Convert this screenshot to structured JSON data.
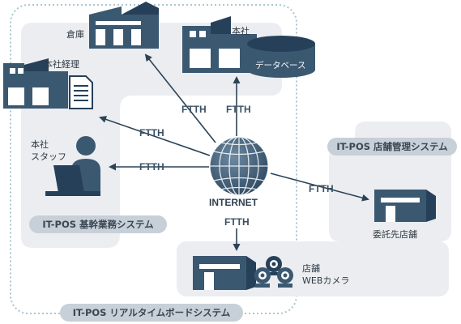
{
  "labels": {
    "warehouse": "倉庫",
    "headquarters": "本社",
    "database": "データベース",
    "hq_accounting": "本社経理",
    "hq_staff_line1": "本社",
    "hq_staff_line2": "スタッフ",
    "internet": "INTERNET",
    "consignee_store": "委託先店舗",
    "store_camera_line1": "店舗",
    "store_camera_line2": "WEBカメラ"
  },
  "connections": {
    "to_warehouse": "FTTH",
    "to_headquarters": "FTTH",
    "to_hq_accounting": "FTTH",
    "to_hq_staff": "FTTH",
    "to_consignee_store": "FTTH",
    "to_store_camera": "FTTH"
  },
  "systems": {
    "core_system": "IT-POS 基幹業務システム",
    "store_management": "IT-POS 店舗管理システム",
    "realtime_board": "IT-POS リアルタイムボードシステム"
  },
  "colors": {
    "building": "#3b5871",
    "building_dark": "#27405a",
    "panel": "#ebedf0",
    "dashed_border": "#a9c6d2",
    "pill": "#c7d0d8",
    "arrow": "#2c4356"
  },
  "icons": [
    "warehouse-icon",
    "headquarters-building-icon",
    "database-icon",
    "accounting-building-icon",
    "document-icon",
    "staff-laptop-icon",
    "globe-icon",
    "store-icon",
    "webcam-icon"
  ]
}
